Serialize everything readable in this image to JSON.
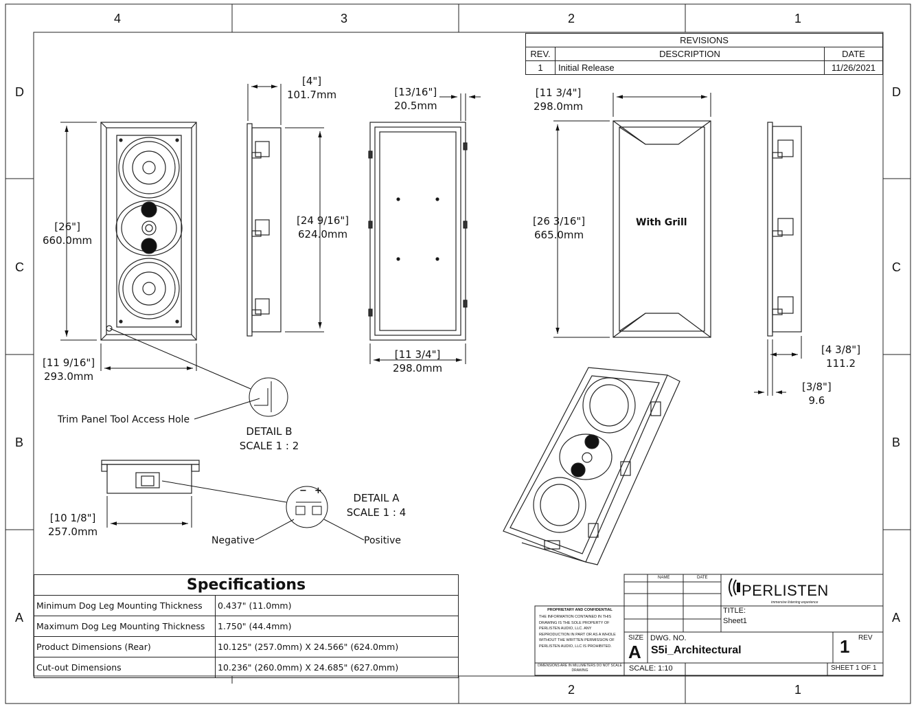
{
  "border": {
    "top_columns": [
      "4",
      "3",
      "2",
      "1"
    ],
    "bottom_columns": [
      "2",
      "1"
    ],
    "rows": [
      "D",
      "C",
      "B",
      "A"
    ]
  },
  "revisions": {
    "title": "REVISIONS",
    "headers": [
      "REV.",
      "DESCRIPTION",
      "DATE"
    ],
    "rows": [
      [
        "1",
        "Initial Release",
        "11/26/2021"
      ]
    ]
  },
  "dimensions": {
    "front_height_in": "[26\"]",
    "front_height_mm": "660.0mm",
    "front_width_in": "[11 9/16\"]",
    "front_width_mm": "293.0mm",
    "side_depth_in": "[4\"]",
    "side_depth_mm": "101.7mm",
    "side_height_in": "[24 9/16\"]",
    "side_height_mm": "624.0mm",
    "rear_flange_in": "[13/16\"]",
    "rear_flange_mm": "20.5mm",
    "rear_width_in": "[11 3/4\"]",
    "rear_width_mm": "298.0mm",
    "grill_width_in": "[11 3/4\"]",
    "grill_width_mm": "298.0mm",
    "grill_height_in": "[26 3/16\"]",
    "grill_height_mm": "665.0mm",
    "side2_depth_in": "[4 3/8\"]",
    "side2_depth_mm": "111.2",
    "side2_flange_in": "[3/8\"]",
    "side2_flange_mm": "9.6",
    "bottom_width_in": "[10 1/8\"]",
    "bottom_width_mm": "257.0mm"
  },
  "labels": {
    "with_grill": "With Grill",
    "trim_panel": "Trim Panel Tool Access Hole",
    "detail_b_title": "DETAIL B",
    "detail_b_scale": "SCALE 1 : 2",
    "detail_a_title": "DETAIL A",
    "detail_a_scale": "SCALE 1 : 4",
    "negative": "Negative",
    "positive": "Positive",
    "minus": "−",
    "plus": "+"
  },
  "specifications": {
    "title": "Specifications",
    "rows": [
      [
        "Minimum Dog Leg Mounting Thickness",
        "0.437\" (11.0mm)"
      ],
      [
        "Maximum Dog Leg Mounting Thickness",
        "1.750\" (44.4mm)"
      ],
      [
        "Product Dimensions (Rear)",
        "10.125\" (257.0mm) X 24.566\" (624.0mm)"
      ],
      [
        "Cut-out Dimensions",
        "10.236\" (260.0mm) X 24.685\" (627.0mm)"
      ]
    ]
  },
  "title_block": {
    "name_header": "NAME",
    "date_header": "DATE",
    "proprietary_title": "PROPRIETARY AND CONFIDENTIAL",
    "proprietary_text": "THE INFORMATION CONTAINED IN THIS DRAWING IS THE SOLE PROPERTY OF PERLISTEN AUDIO, LLC. ANY REPRODUCTION IN PART OR AS A WHOLE WITHOUT THE WRITTEN PERMISSION OF PERLISTEN AUDIO, LLC IS PROHIBITED.",
    "scale_note": "DIMENSIONS ARE IN MILLIMETERS DO NOT SCALE DRAWING",
    "brand": "PERLISTEN",
    "brand_tagline": "immersive listening experience",
    "title_label": "TITLE:",
    "title_value": "Sheet1",
    "size_label": "SIZE",
    "size_value": "A",
    "dwg_label": "DWG.  NO.",
    "dwg_value": "S5i_Architectural",
    "rev_label": "REV",
    "rev_value": "1",
    "scale": "SCALE: 1:10",
    "sheet": "SHEET 1 OF 1"
  }
}
